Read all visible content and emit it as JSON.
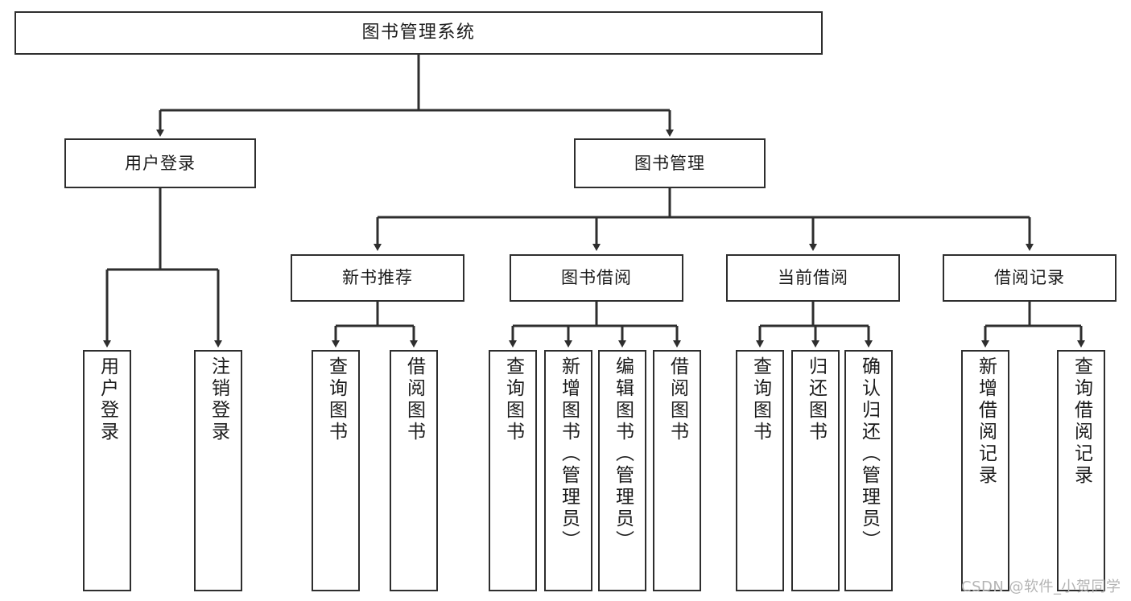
{
  "diagram": {
    "title": "图书管理系统",
    "type": "tree-structure-chart",
    "background_color": "#ffffff",
    "box_border_color": "#2e2e2e",
    "box_fill_color": "#ffffff",
    "connector_color": "#2e2e2e",
    "text_color": "#1b1b1b"
  },
  "nodes": {
    "root": {
      "label": "图书管理系统",
      "level": 1
    },
    "user_login": {
      "label": "用户登录",
      "level": 2
    },
    "book_manage": {
      "label": "图书管理",
      "level": 2
    },
    "new_book_rec": {
      "label": "新书推荐",
      "level": 3
    },
    "book_borrow": {
      "label": "图书借阅",
      "level": 3
    },
    "current_borrow": {
      "label": "当前借阅",
      "level": 3
    },
    "borrow_record": {
      "label": "借阅记录",
      "level": 3
    },
    "leaf_user_login": {
      "label": "用户登录",
      "level": 4
    },
    "leaf_logout": {
      "label": "注销登录",
      "level": 4
    },
    "leaf_query_book_1": {
      "label": "查询图书",
      "level": 4
    },
    "leaf_borrow_book_1": {
      "label": "借阅图书",
      "level": 4
    },
    "leaf_query_book_2": {
      "label": "查询图书",
      "level": 4
    },
    "leaf_add_book": {
      "label": "新增图书（管理员）",
      "level": 4
    },
    "leaf_edit_book": {
      "label": "编辑图书（管理员）",
      "level": 4
    },
    "leaf_borrow_book_2": {
      "label": "借阅图书",
      "level": 4
    },
    "leaf_query_book_3": {
      "label": "查询图书",
      "level": 4
    },
    "leaf_return_book": {
      "label": "归还图书",
      "level": 4
    },
    "leaf_confirm_return": {
      "label": "确认归还（管理员）",
      "level": 4
    },
    "leaf_add_record": {
      "label": "新增借阅记录",
      "level": 4
    },
    "leaf_query_record": {
      "label": "查询借阅记录",
      "level": 4
    }
  },
  "watermark": {
    "text": "CSDN @软件_小贺同学"
  }
}
